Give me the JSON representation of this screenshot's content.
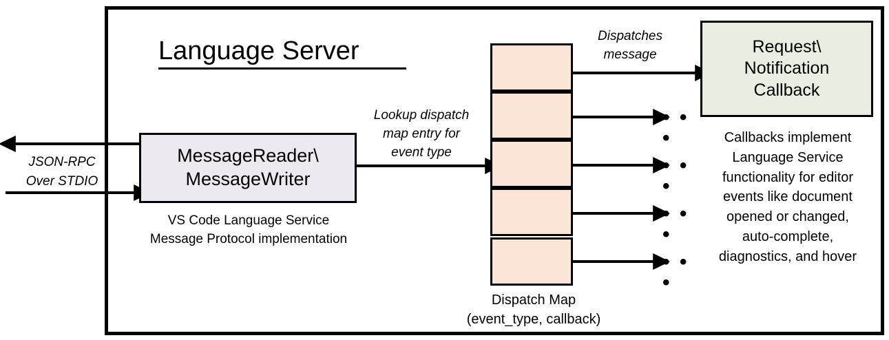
{
  "diagram": {
    "title": "Language Server",
    "frame_label": "language-server-boundary",
    "colors": {
      "stroke": "#000000",
      "message_box_fill": "#ECE9F1",
      "dispatch_cell_fill": "#FBE5D6",
      "callback_box_fill": "#E9EFE0",
      "background": "#FFFFFF"
    }
  },
  "external_channel": {
    "label": "JSON-RPC\nOver STDIO",
    "outbound_arrow": "arrow-out-to-client",
    "inbound_arrow": "arrow-in-from-client"
  },
  "message_io": {
    "box_label": "MessageReader\\\nMessageWriter",
    "caption": "VS Code Language Service\nMessage Protocol implementation"
  },
  "lookup": {
    "label": "Lookup dispatch\nmap entry for\nevent type"
  },
  "dispatch_map": {
    "caption": "Dispatch Map\n(event_type, callback)",
    "cell_count": 5,
    "cells": [
      {
        "index": 0,
        "has_dot": true,
        "outgoing": "callback-box"
      },
      {
        "index": 1,
        "has_dot": true,
        "outgoing": "ellipsis"
      },
      {
        "index": 2,
        "has_dot": true,
        "outgoing": "ellipsis"
      },
      {
        "index": 3,
        "has_dot": true,
        "outgoing": "ellipsis"
      },
      {
        "index": 4,
        "has_dot": true,
        "outgoing": "ellipsis"
      }
    ]
  },
  "dispatch_edge": {
    "label": "Dispatches\nmessage"
  },
  "callback": {
    "box_label": "Request\\\nNotification\nCallback",
    "caption": "Callbacks implement\nLanguage Service\nfunctionality for editor\nevents like document\nopened or changed,\nauto-complete,\ndiagnostics, and hover"
  },
  "ellipses": {
    "glyph": "• • •",
    "count": 4
  }
}
